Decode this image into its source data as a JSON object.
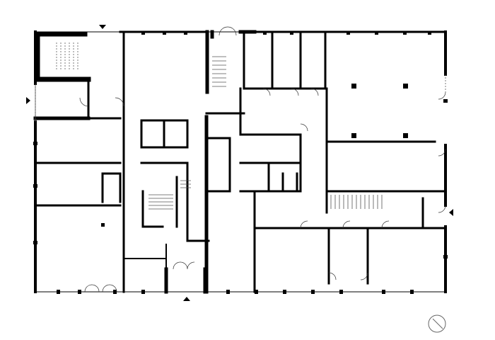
{
  "plan": {
    "wall_color": "#000000",
    "background": "#ffffff",
    "entrance_markers": [
      "north",
      "west",
      "south",
      "east"
    ],
    "north_arrow_icon": "north-arrow-icon"
  }
}
